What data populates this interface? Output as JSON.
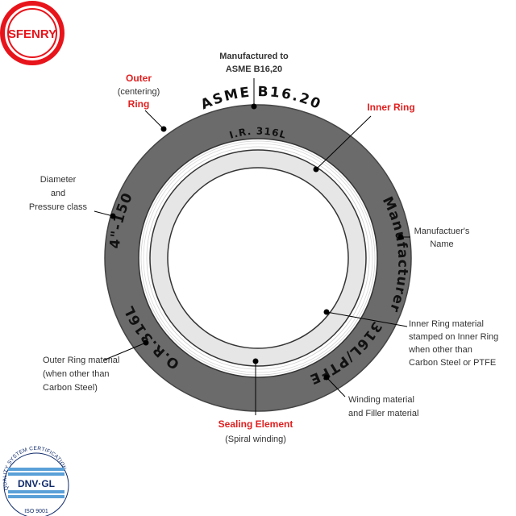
{
  "brand": {
    "logo_text": "SFENRY",
    "logo_color": "#e8141b"
  },
  "certification": {
    "arc_text": "QUALITY SYSTEM CERTIFICATION",
    "badge_text": "DNV·GL",
    "iso_text": "ISO 9001",
    "accent_color": "#0f2a6b"
  },
  "ring_markings": {
    "top": "ASME B16.20",
    "left": "4\"-150",
    "right": "Manufacturer",
    "bottom_left": "O.R.316L",
    "bottom_right": "316L/PTFE",
    "inner": "I.R. 316L"
  },
  "callouts": {
    "manufactured_to": [
      "Manufactured to",
      "ASME B16,20"
    ],
    "outer_ring": [
      "Outer",
      "(centering)",
      "Ring"
    ],
    "inner_ring": "Inner Ring",
    "diameter": [
      "Diameter",
      "and",
      "Pressure class"
    ],
    "manufacturer_name": [
      "Manufactuer's",
      "Name"
    ],
    "inner_ring_material": [
      "Inner Ring material",
      "stamped on Inner Ring",
      "when other than",
      "Carbon Steel or PTFE"
    ],
    "outer_ring_material": [
      "Outer Ring material",
      "(when other than",
      "Carbon Steel)"
    ],
    "winding_material": [
      "Winding material",
      "and Filler material"
    ],
    "sealing_element": [
      "Sealing Element",
      "(Spiral winding)"
    ]
  },
  "colors": {
    "outer_ring": "#6b6b6b",
    "inner_ring": "#e6e6e6",
    "winding": "#f4f4f4",
    "callout_red": "#e02020"
  }
}
